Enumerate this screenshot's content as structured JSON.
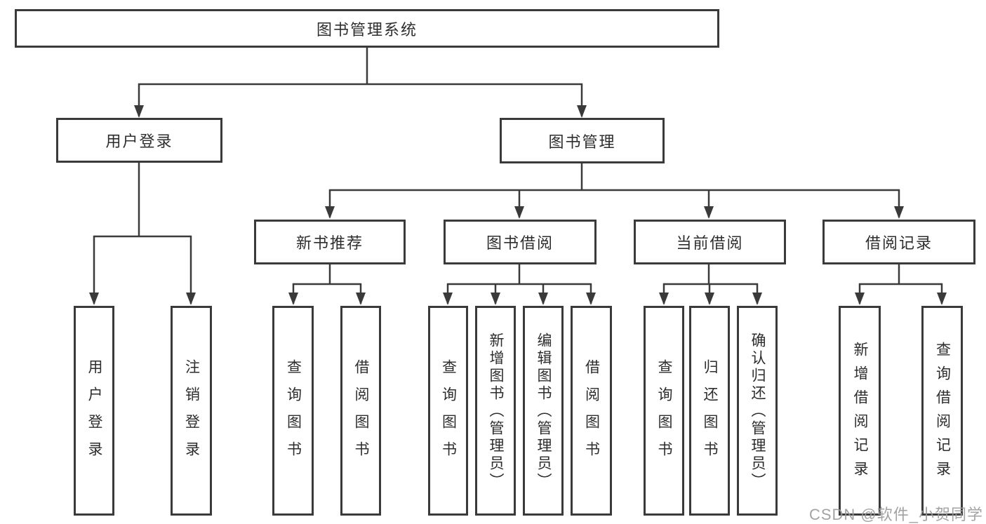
{
  "root": {
    "label": "图书管理系统"
  },
  "branches": [
    {
      "label": "用户登录",
      "children": [
        {
          "label": "用户登录"
        },
        {
          "label": "注销登录"
        }
      ]
    },
    {
      "label": "图书管理",
      "groups": [
        {
          "label": "新书推荐",
          "children": [
            {
              "label": "查询图书"
            },
            {
              "label": "借阅图书"
            }
          ]
        },
        {
          "label": "图书借阅",
          "children": [
            {
              "label": "查询图书"
            },
            {
              "label": "新增图书（管理员）"
            },
            {
              "label": "编辑图书（管理员）"
            },
            {
              "label": "借阅图书"
            }
          ]
        },
        {
          "label": "当前借阅",
          "children": [
            {
              "label": "查询图书"
            },
            {
              "label": "归还图书"
            },
            {
              "label": "确认归还（管理员）"
            }
          ]
        },
        {
          "label": "借阅记录",
          "children": [
            {
              "label": "新增借阅记录"
            },
            {
              "label": "查询借阅记录"
            }
          ]
        }
      ]
    }
  ],
  "watermark": {
    "text": "CSDN @软件_小贺同学"
  },
  "colors": {
    "line": "#3a3a3a",
    "box_border": "#3a3a3a",
    "text": "#2d2d2d",
    "watermark": "#9b9b9b",
    "background": "#ffffff"
  }
}
